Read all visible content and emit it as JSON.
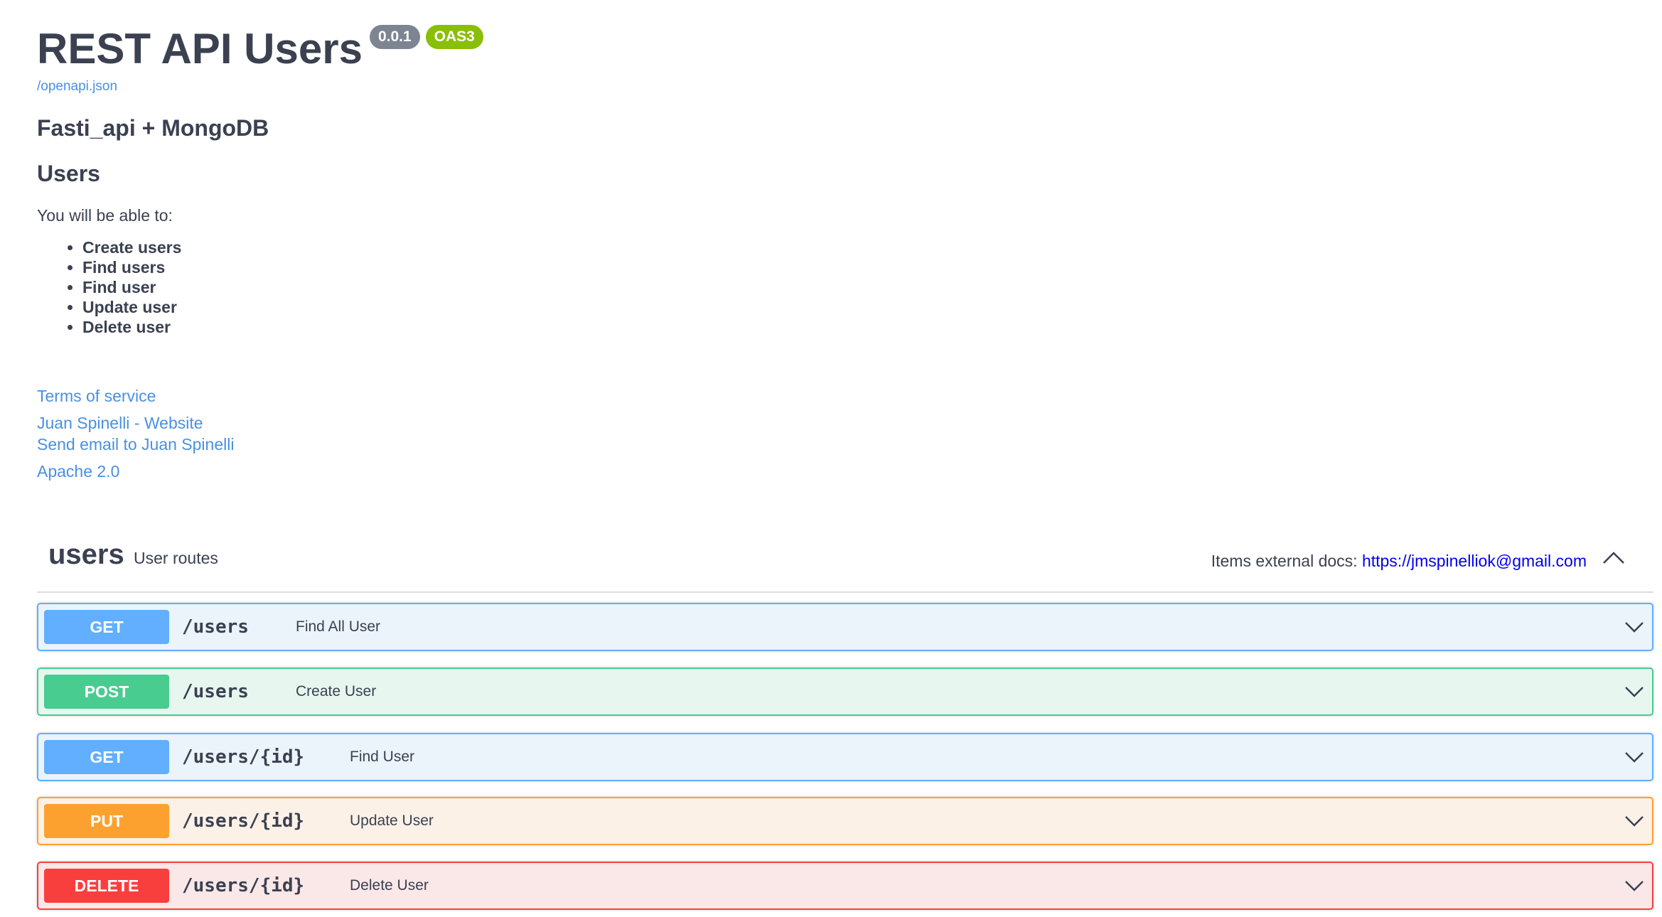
{
  "info": {
    "title": "REST API Users",
    "version": "0.0.1",
    "oas": "OAS3",
    "spec_link": "/openapi.json",
    "heading": "Fasti_api + MongoDB",
    "subheading": "Users",
    "intro": "You will be able to:",
    "features": [
      "Create users",
      "Find users",
      "Find user",
      "Update user",
      "Delete user"
    ],
    "links": {
      "terms": "Terms of service",
      "website": "Juan Spinelli - Website",
      "email": "Send email to Juan Spinelli",
      "license": "Apache 2.0"
    }
  },
  "tag": {
    "name": "users",
    "description": "User routes",
    "ext_docs_label": "Items external docs:",
    "ext_docs_link": "https://jmspinelliok@gmail.com",
    "toggle_icon": "chevron-up-icon"
  },
  "operations": [
    {
      "method": "GET",
      "path": "/users",
      "summary": "Find All User",
      "color": "#61affe"
    },
    {
      "method": "POST",
      "path": "/users",
      "summary": "Create User",
      "color": "#49cc90"
    },
    {
      "method": "GET",
      "path": "/users/{id}",
      "summary": "Find User",
      "color": "#61affe"
    },
    {
      "method": "PUT",
      "path": "/users/{id}",
      "summary": "Update User",
      "color": "#fca130"
    },
    {
      "method": "DELETE",
      "path": "/users/{id}",
      "summary": "Delete User",
      "color": "#f93e3e"
    }
  ],
  "colors": {
    "text": "#3b4151",
    "link": "#4990e2",
    "version_badge": "#7d8492",
    "oas_badge": "#89bf04"
  }
}
